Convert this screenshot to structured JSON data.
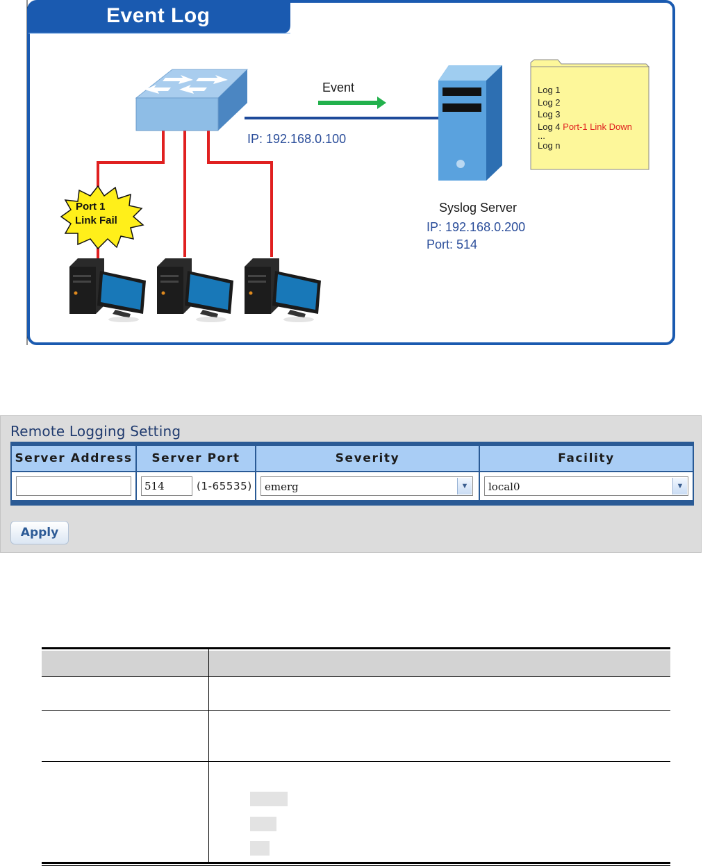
{
  "diagram": {
    "title": "Event Log",
    "event_label": "Event",
    "switch_ip": "IP: 192.168.0.100",
    "burst_line1": "Port 1",
    "burst_line2": "Link Fail",
    "server_name": "Syslog Server",
    "server_ip": "IP: 192.168.0.200",
    "server_port": "Port: 514",
    "log": {
      "line1": "Log 1",
      "line2": "Log 2",
      "line3": "Log 3",
      "line4_prefix": "Log 4 ",
      "line4_highlight": "Port-1 Link Down",
      "line5": "...",
      "line6": "Log n"
    },
    "colors": {
      "frame_blue": "#1a5ab0",
      "link_red": "#e02020",
      "uplink_blue": "#1e4a9a",
      "arrow_green": "#22b14c",
      "folder_yellow": "#fdf79a"
    }
  },
  "panel": {
    "title": "Remote Logging Setting",
    "headers": {
      "server_address": "Server Address",
      "server_port": "Server Port",
      "severity": "Severity",
      "facility": "Facility"
    },
    "server_address_value": "",
    "server_port_value": "514",
    "port_range": "(1-65535)",
    "severity_value": "emerg",
    "facility_value": "local0",
    "apply_label": "Apply",
    "icons": {
      "dropdown": "chevron-down-icon"
    }
  }
}
